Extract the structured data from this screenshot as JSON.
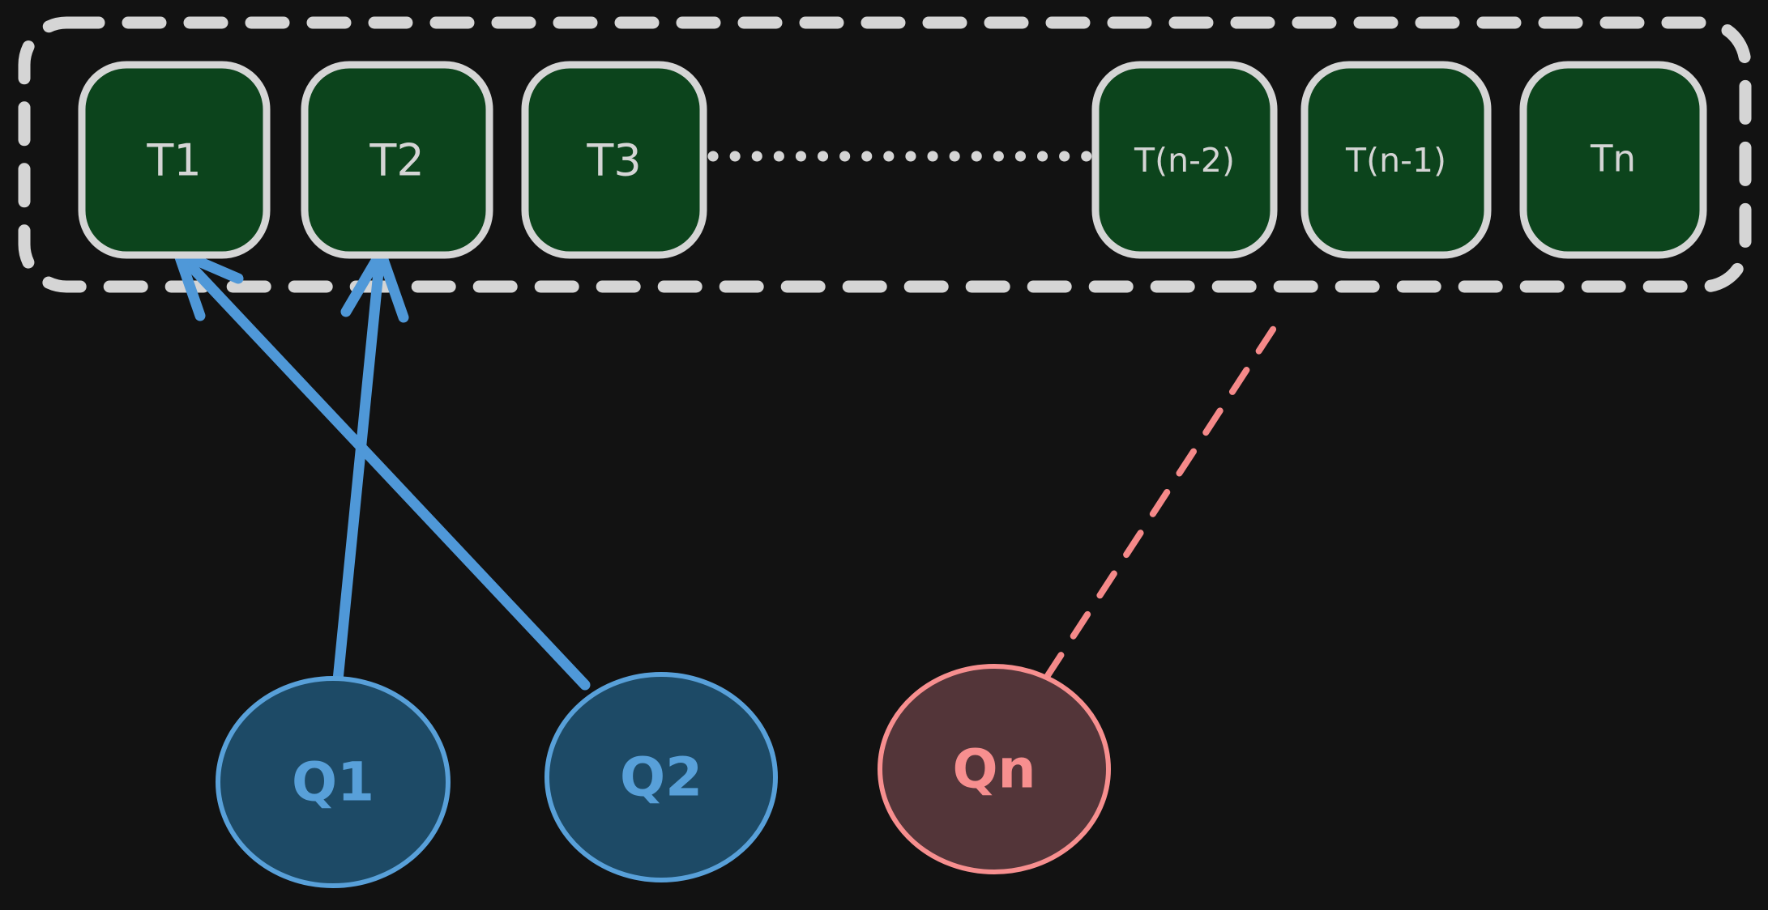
{
  "colors": {
    "background": "#121212",
    "outline-gray": "#d5d5d5",
    "task-fill-green": "#0c441c",
    "task-label-gray": "#d5d5d5",
    "query-fill-blue": "#1d4a66",
    "query-stroke-blue": "#58a0d9",
    "arrow-blue": "#4f98d8",
    "query-fill-red": "#533539",
    "query-stroke-red": "#f78f8f",
    "dashed-line-red": "#f58989"
  },
  "tasks": [
    {
      "label": "T1"
    },
    {
      "label": "T2"
    },
    {
      "label": "T3"
    },
    {
      "label": "T(n-2)"
    },
    {
      "label": "T(n-1)"
    },
    {
      "label": "Tn"
    }
  ],
  "queries": [
    {
      "label": "Q1",
      "color": "blue"
    },
    {
      "label": "Q2",
      "color": "blue"
    },
    {
      "label": "Qn",
      "color": "red"
    }
  ],
  "edges": [
    {
      "from": "Q1",
      "to": "T2",
      "type": "solid-arrow",
      "color": "blue"
    },
    {
      "from": "Q2",
      "to": "T1",
      "type": "solid-arrow",
      "color": "blue"
    },
    {
      "from": "Qn",
      "to": "task-container",
      "type": "dashed-line",
      "color": "red"
    },
    {
      "from": "T3",
      "to": "T(n-2)",
      "type": "dotted-ellipsis",
      "color": "gray"
    }
  ]
}
